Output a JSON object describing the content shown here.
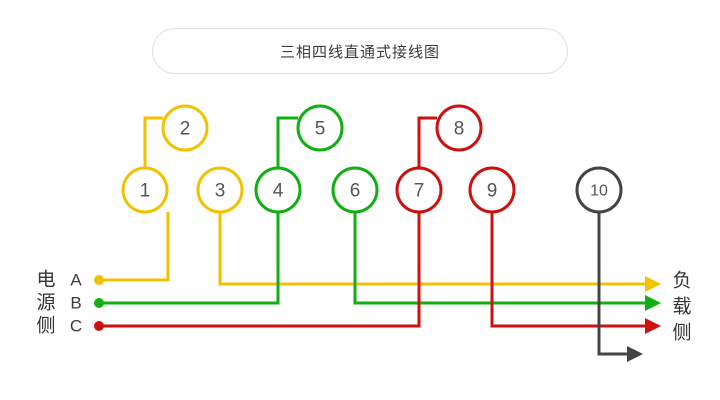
{
  "title": {
    "text": "三相四线直通式接线图"
  },
  "colors": {
    "phase_a": "#f2c200",
    "phase_b": "#12af12",
    "phase_c": "#cc1111",
    "neutral": "#444444",
    "circle_gray": "#444444",
    "text": "#555555",
    "pill_border": "#e0e0e0"
  },
  "source_side": {
    "label": "电源侧",
    "label_chars": [
      "电",
      "源",
      "侧"
    ],
    "phases": [
      {
        "letter": "A",
        "color": "#f2c200"
      },
      {
        "letter": "B",
        "color": "#12af12"
      },
      {
        "letter": "C",
        "color": "#cc1111"
      }
    ]
  },
  "load_side": {
    "label": "负载侧",
    "label_chars": [
      "负",
      "载",
      "侧"
    ],
    "arrows": [
      {
        "color": "#f2c200"
      },
      {
        "color": "#12af12"
      },
      {
        "color": "#cc1111"
      },
      {
        "color": "#444444"
      }
    ]
  },
  "terminals": [
    {
      "id": 1,
      "label": "1",
      "color": "#f2c200",
      "row": "lower"
    },
    {
      "id": 2,
      "label": "2",
      "color": "#f2c200",
      "row": "upper"
    },
    {
      "id": 3,
      "label": "3",
      "color": "#f2c200",
      "row": "lower"
    },
    {
      "id": 4,
      "label": "4",
      "color": "#12af12",
      "row": "lower"
    },
    {
      "id": 5,
      "label": "5",
      "color": "#12af12",
      "row": "upper"
    },
    {
      "id": 6,
      "label": "6",
      "color": "#12af12",
      "row": "lower"
    },
    {
      "id": 7,
      "label": "7",
      "color": "#cc1111",
      "row": "lower"
    },
    {
      "id": 8,
      "label": "8",
      "color": "#cc1111",
      "row": "upper"
    },
    {
      "id": 9,
      "label": "9",
      "color": "#cc1111",
      "row": "lower"
    },
    {
      "id": 10,
      "label": "10",
      "color": "#444444",
      "row": "lower"
    }
  ]
}
